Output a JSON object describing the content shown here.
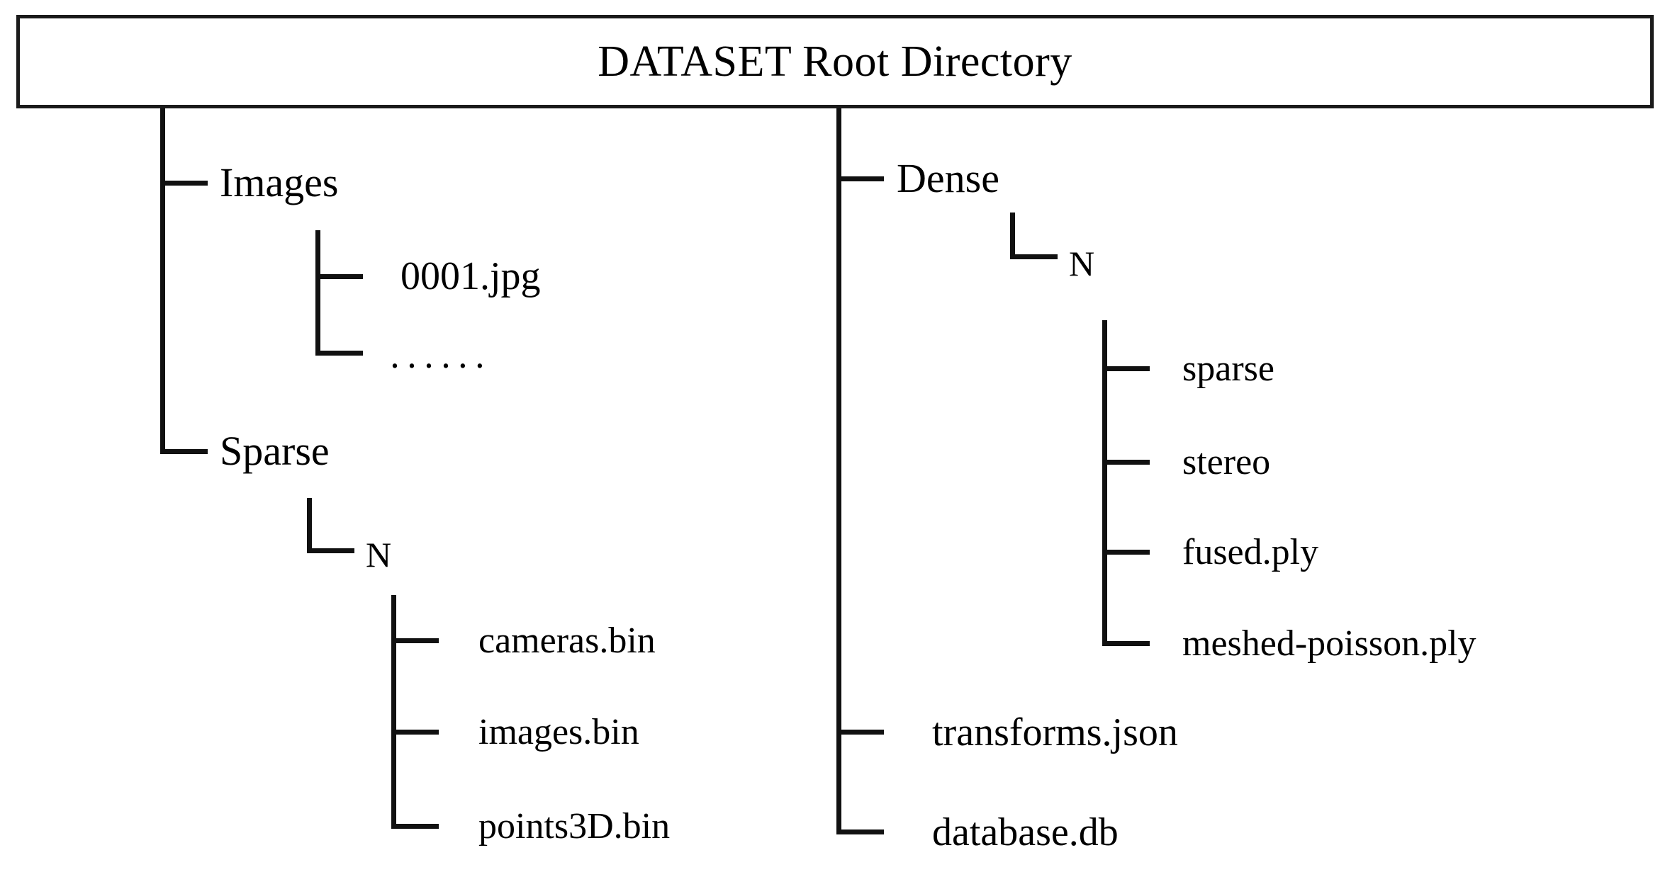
{
  "diagram": {
    "title": "DATASET Root Directory",
    "type": "directory-tree",
    "root": {
      "label": "DATASET Root Directory"
    },
    "left_column": {
      "items": [
        {
          "label": "Images",
          "children": [
            {
              "label": "0001.jpg"
            },
            {
              "label": "······"
            }
          ]
        },
        {
          "label": "Sparse",
          "children": [
            {
              "label": "N",
              "children": [
                {
                  "label": "cameras.bin"
                },
                {
                  "label": "images.bin"
                },
                {
                  "label": "points3D.bin"
                }
              ]
            }
          ]
        }
      ]
    },
    "right_column": {
      "items": [
        {
          "label": "Dense",
          "children": [
            {
              "label": "N",
              "children": [
                {
                  "label": "sparse"
                },
                {
                  "label": "stereo"
                },
                {
                  "label": "fused.ply"
                },
                {
                  "label": "meshed-poisson.ply"
                }
              ]
            }
          ]
        },
        {
          "label": "transforms.json"
        },
        {
          "label": "database.db"
        }
      ]
    },
    "nodes": {
      "images": "Images",
      "image_file": "0001.jpg",
      "ellipsis": "······",
      "sparse_dir": "Sparse",
      "sparse_n": "N",
      "cameras_bin": "cameras.bin",
      "images_bin": "images.bin",
      "points3d_bin": "points3D.bin",
      "dense_dir": "Dense",
      "dense_n": "N",
      "dense_sparse": "sparse",
      "dense_stereo": "stereo",
      "fused_ply": "fused.ply",
      "meshed_poisson_ply": "meshed-poisson.ply",
      "transforms_json": "transforms.json",
      "database_db": "database.db"
    },
    "colors": {
      "line": "#111111",
      "border": "#1a1a1a",
      "text": "#000000",
      "background": "#ffffff"
    }
  }
}
